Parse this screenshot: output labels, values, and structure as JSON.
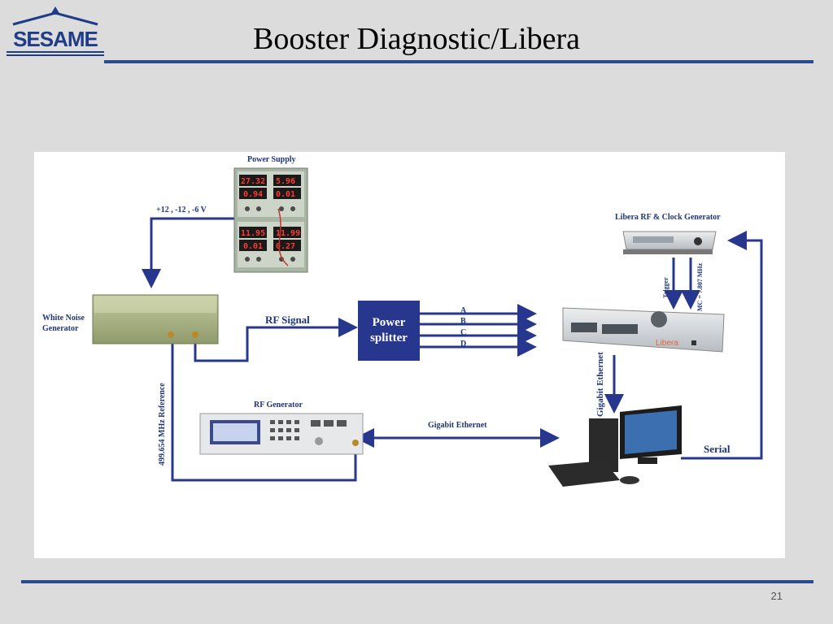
{
  "slide": {
    "title": "Booster Diagnostic/Libera",
    "logo_text": "SESAME",
    "page_number": "21"
  },
  "colors": {
    "rule": "#2b4a8b",
    "line": "#27378d",
    "label": "#1f3579"
  },
  "diagram": {
    "power_supply": {
      "label": "Power Supply",
      "displays": [
        "27.32",
        "5.96",
        "0.94",
        "0.01",
        "11.95",
        "11.99",
        "0.01",
        "0.27"
      ]
    },
    "voltages": "+12 , -12 , -6 V",
    "white_noise": {
      "line1": "White Noise",
      "line2": "Generator"
    },
    "rf_signal": "RF Signal",
    "splitter": {
      "line1": "Power",
      "line2": "splitter"
    },
    "channels": [
      "A",
      "B",
      "C",
      "D"
    ],
    "libera_gen": "Libera RF & Clock Generator",
    "trigger": "Trigger",
    "mc": "MC = 7.807 MHz",
    "libera_brand": "Libera",
    "gigabit_vertical": "Gigabit Ethernet",
    "rf_generator": "RF Generator",
    "gigabit_horizontal": "Gigabit Ethernet",
    "reference": "499.654 MHz Reference",
    "serial": "Serial"
  }
}
